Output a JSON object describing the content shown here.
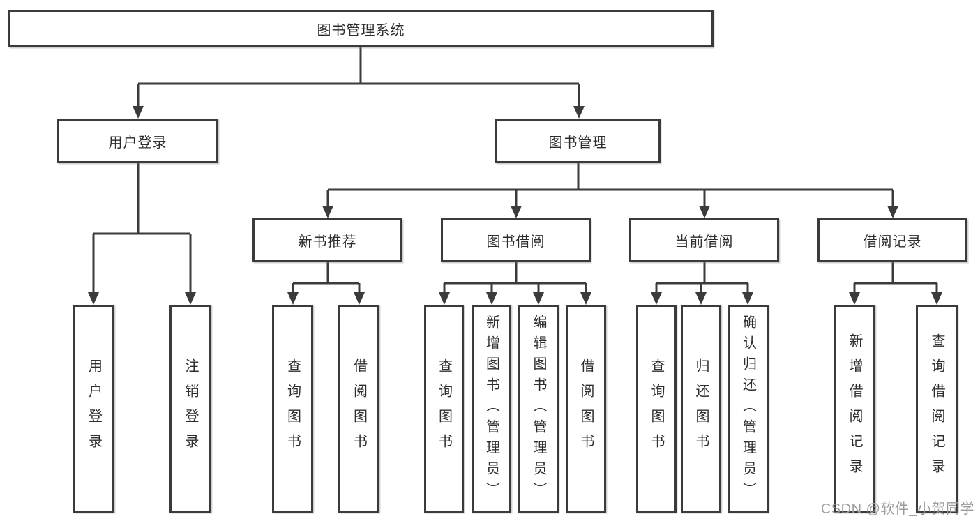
{
  "diagram": {
    "root": {
      "label": "图书管理系统"
    },
    "level2": [
      {
        "label": "用户登录"
      },
      {
        "label": "图书管理"
      }
    ],
    "level3": [
      {
        "label": "新书推荐"
      },
      {
        "label": "图书借阅"
      },
      {
        "label": "当前借阅"
      },
      {
        "label": "借阅记录"
      }
    ],
    "leaves": {
      "user_login": [
        "用户登录",
        "注销登录"
      ],
      "new_books": [
        "查询图书",
        "借阅图书"
      ],
      "book_borrow": [
        "查询图书",
        "新增图书（管理员）",
        "编辑图书（管理员）",
        "借阅图书"
      ],
      "current_borrow": [
        "查询图书",
        "归还图书",
        "确认归还（管理员）"
      ],
      "borrow_records": [
        "新增借阅记录",
        "查询借阅记录"
      ]
    }
  },
  "watermark": {
    "text": "CSDN @软件_小贺同学"
  },
  "colors": {
    "line": "#3b3b3b",
    "box_border": "#3b3b3b",
    "text": "#2d2d2d",
    "watermark": "#9c9c9c",
    "background": "#ffffff"
  }
}
